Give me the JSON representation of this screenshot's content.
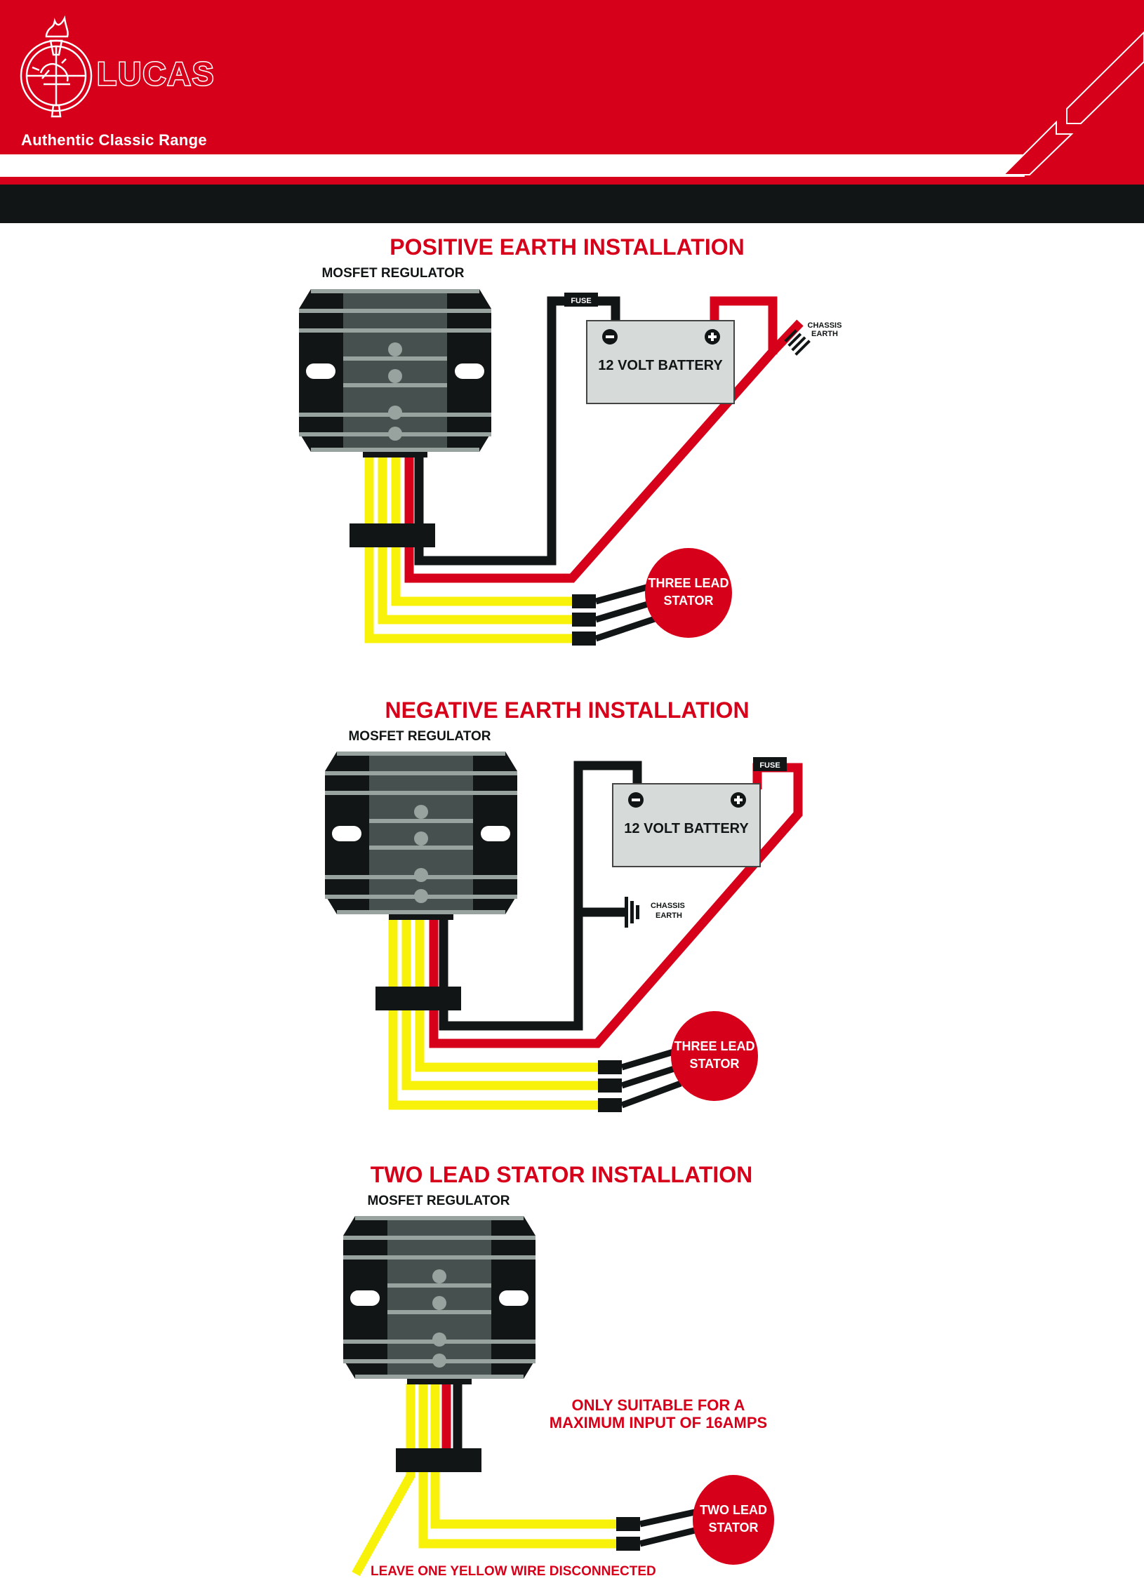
{
  "header": {
    "brand": "LUCAS",
    "tagline": "Authentic Classic Range",
    "logo_icon": "lucas-lion-torch-emblem-icon"
  },
  "colors": {
    "brand_red": "#d7001a",
    "black": "#111516",
    "wire_yellow": "#f8f20a",
    "regulator_fin": "#98a39f",
    "regulator_core": "#46504f",
    "battery_fill": "#d6dbda"
  },
  "sections": [
    {
      "id": "positive-earth",
      "title": "POSITIVE EARTH INSTALLATION",
      "regulator_label": "MOSFET REGULATOR",
      "battery_label": "12 VOLT BATTERY",
      "battery_negative": "−",
      "battery_positive": "+",
      "fuse_label": "FUSE",
      "fuse_on": "negative",
      "chassis_earth_label": [
        "CHASSIS",
        "EARTH"
      ],
      "chassis_earth_on": "positive",
      "stator_label": [
        "THREE LEAD",
        "STATOR"
      ],
      "stator_leads": 3
    },
    {
      "id": "negative-earth",
      "title": "NEGATIVE EARTH INSTALLATION",
      "regulator_label": "MOSFET REGULATOR",
      "battery_label": "12 VOLT BATTERY",
      "battery_negative": "−",
      "battery_positive": "+",
      "fuse_label": "FUSE",
      "fuse_on": "positive",
      "chassis_earth_label": [
        "CHASSIS",
        "EARTH"
      ],
      "chassis_earth_on": "negative",
      "stator_label": [
        "THREE LEAD",
        "STATOR"
      ],
      "stator_leads": 3
    },
    {
      "id": "two-lead",
      "title": "TWO LEAD STATOR INSTALLATION",
      "regulator_label": "MOSFET REGULATOR",
      "note": [
        "ONLY SUITABLE FOR A",
        "MAXIMUM INPUT OF 16AMPS"
      ],
      "disconnected_note": "LEAVE ONE YELLOW WIRE DISCONNECTED",
      "stator_label": [
        "TWO LEAD",
        "STATOR"
      ],
      "stator_leads": 2
    }
  ]
}
